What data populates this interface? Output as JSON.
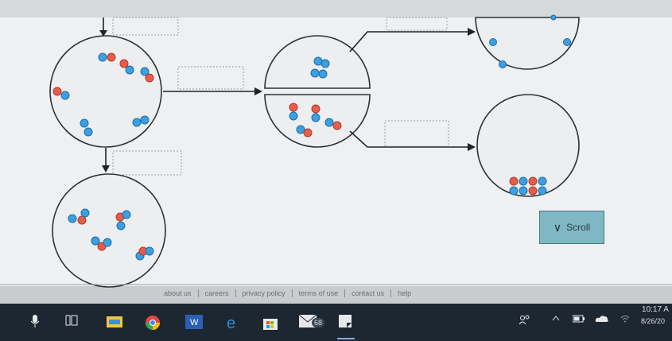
{
  "scroll_button": {
    "label": "Scroll",
    "icon": "chevron-down-icon"
  },
  "footer_links": [
    "about us",
    "careers",
    "privacy policy",
    "terms of use",
    "contact us",
    "help"
  ],
  "taskbar": {
    "badge_count": "68",
    "time": "10:17 A",
    "date": "8/26/20",
    "icons": [
      "microphone-icon",
      "task-view-icon",
      "file-explorer-icon",
      "chrome-icon",
      "word-icon",
      "edge-icon",
      "store-icon",
      "mail-icon",
      "sticky-notes-icon",
      "people-icon",
      "show-hidden-icons-icon",
      "battery-icon",
      "onedrive-icon",
      "wifi-icon"
    ]
  },
  "colors": {
    "particle_blue": "#3d9fe0",
    "particle_red": "#e85d4a",
    "scroll_button_bg": "#7fb7c4",
    "taskbar_bg": "#1d2732"
  },
  "diagram": {
    "answer_blanks": 5,
    "particles_note": "blue and red atoms in separating-mixture circles"
  }
}
